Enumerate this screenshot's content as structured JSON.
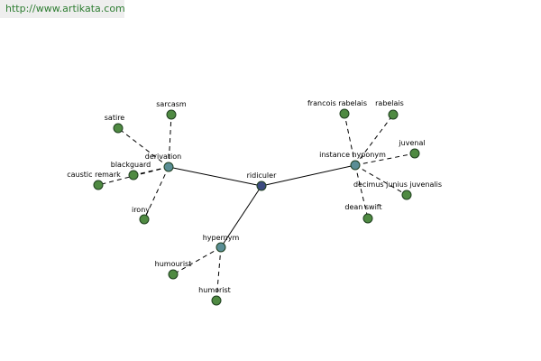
{
  "header": {
    "url": "http://www.artikata.com"
  },
  "colors": {
    "root": "#3c4a80",
    "relation": "#5a8e95",
    "leaf": "#4f8a42",
    "edge": "#000000"
  },
  "graph": {
    "nodes": [
      {
        "id": "ridiculer",
        "label": "ridiculer",
        "kind": "root"
      },
      {
        "id": "derivation",
        "label": "derivation",
        "kind": "relation"
      },
      {
        "id": "instance-hyponym",
        "label": "instance hyponym",
        "kind": "relation"
      },
      {
        "id": "hypernym",
        "label": "hypernym",
        "kind": "relation"
      },
      {
        "id": "sarcasm",
        "label": "sarcasm",
        "kind": "leaf"
      },
      {
        "id": "satire",
        "label": "satire",
        "kind": "leaf"
      },
      {
        "id": "blackguard",
        "label": "blackguard",
        "kind": "leaf"
      },
      {
        "id": "caustic-remark",
        "label": "caustic remark",
        "kind": "leaf"
      },
      {
        "id": "irony",
        "label": "irony",
        "kind": "leaf"
      },
      {
        "id": "francois-rabelais",
        "label": "francois rabelais",
        "kind": "leaf"
      },
      {
        "id": "rabelais",
        "label": "rabelais",
        "kind": "leaf"
      },
      {
        "id": "juvenal",
        "label": "juvenal",
        "kind": "leaf"
      },
      {
        "id": "decimus-junius-juvenalis",
        "label": "decimus junius juvenalis",
        "kind": "leaf"
      },
      {
        "id": "dean-swift",
        "label": "dean swift",
        "kind": "leaf"
      },
      {
        "id": "humourist",
        "label": "humourist",
        "kind": "leaf"
      },
      {
        "id": "humorist",
        "label": "humorist",
        "kind": "leaf"
      }
    ],
    "edges": [
      {
        "from": "ridiculer",
        "to": "derivation",
        "style": "solid"
      },
      {
        "from": "ridiculer",
        "to": "instance-hyponym",
        "style": "solid"
      },
      {
        "from": "ridiculer",
        "to": "hypernym",
        "style": "solid"
      },
      {
        "from": "derivation",
        "to": "sarcasm",
        "style": "dashed"
      },
      {
        "from": "derivation",
        "to": "satire",
        "style": "dashed"
      },
      {
        "from": "derivation",
        "to": "blackguard",
        "style": "dashed"
      },
      {
        "from": "derivation",
        "to": "caustic-remark",
        "style": "dashed"
      },
      {
        "from": "derivation",
        "to": "irony",
        "style": "dashed"
      },
      {
        "from": "instance-hyponym",
        "to": "francois-rabelais",
        "style": "dashed"
      },
      {
        "from": "instance-hyponym",
        "to": "rabelais",
        "style": "dashed"
      },
      {
        "from": "instance-hyponym",
        "to": "juvenal",
        "style": "dashed"
      },
      {
        "from": "instance-hyponym",
        "to": "decimus-junius-juvenalis",
        "style": "dashed"
      },
      {
        "from": "instance-hyponym",
        "to": "dean-swift",
        "style": "dashed"
      },
      {
        "from": "hypernym",
        "to": "humourist",
        "style": "dashed"
      },
      {
        "from": "hypernym",
        "to": "humorist",
        "style": "dashed"
      }
    ]
  }
}
